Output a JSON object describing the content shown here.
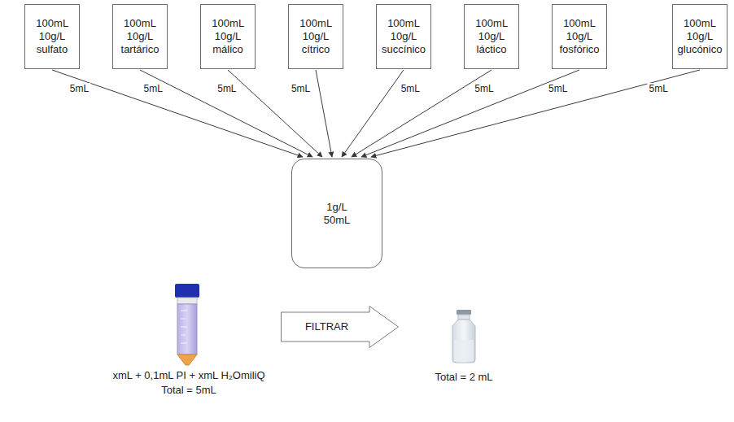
{
  "diagram": {
    "nodes": [
      {
        "text": [
          "100mL 10g/L sulfato"
        ]
      },
      {
        "text": [
          "100mL 10g/L tartárico"
        ]
      },
      {
        "text": [
          "100mL 10g/L málico"
        ]
      },
      {
        "text": [
          "100mL 10g/L cítrico"
        ]
      },
      {
        "text": [
          "100mL 10g/L succínico"
        ]
      },
      {
        "text": [
          "100mL 10g/L láctico"
        ]
      },
      {
        "text": [
          "100mL 10g/L fosfórico"
        ]
      },
      {
        "text": [
          "100mL 10g/L glucónico"
        ]
      },
      {
        "text": [
          "1g/L 50mL"
        ]
      },
      {
        "text": [
          "FILTRAR"
        ]
      }
    ],
    "edges": [
      {
        "from": 0,
        "to": 8,
        "arrow": "to",
        "label": "5mL"
      },
      {
        "from": 1,
        "to": 8,
        "arrow": "to",
        "label": "5mL"
      },
      {
        "from": 2,
        "to": 8,
        "arrow": "to",
        "label": "5mL"
      },
      {
        "from": 3,
        "to": 8,
        "arrow": "to",
        "label": "5mL"
      },
      {
        "from": 4,
        "to": 8,
        "arrow": "to",
        "label": "5mL"
      },
      {
        "from": 5,
        "to": 8,
        "arrow": "to",
        "label": "5mL"
      },
      {
        "from": 6,
        "to": 8,
        "arrow": "to",
        "label": "5mL"
      },
      {
        "from": 7,
        "to": 8,
        "arrow": "to",
        "label": "5mL"
      }
    ],
    "labels": [
      "xmL + 0,1mL PI + xmL H₂OmiliQ",
      "Total = 5mL",
      "Total = 2 mL"
    ]
  }
}
